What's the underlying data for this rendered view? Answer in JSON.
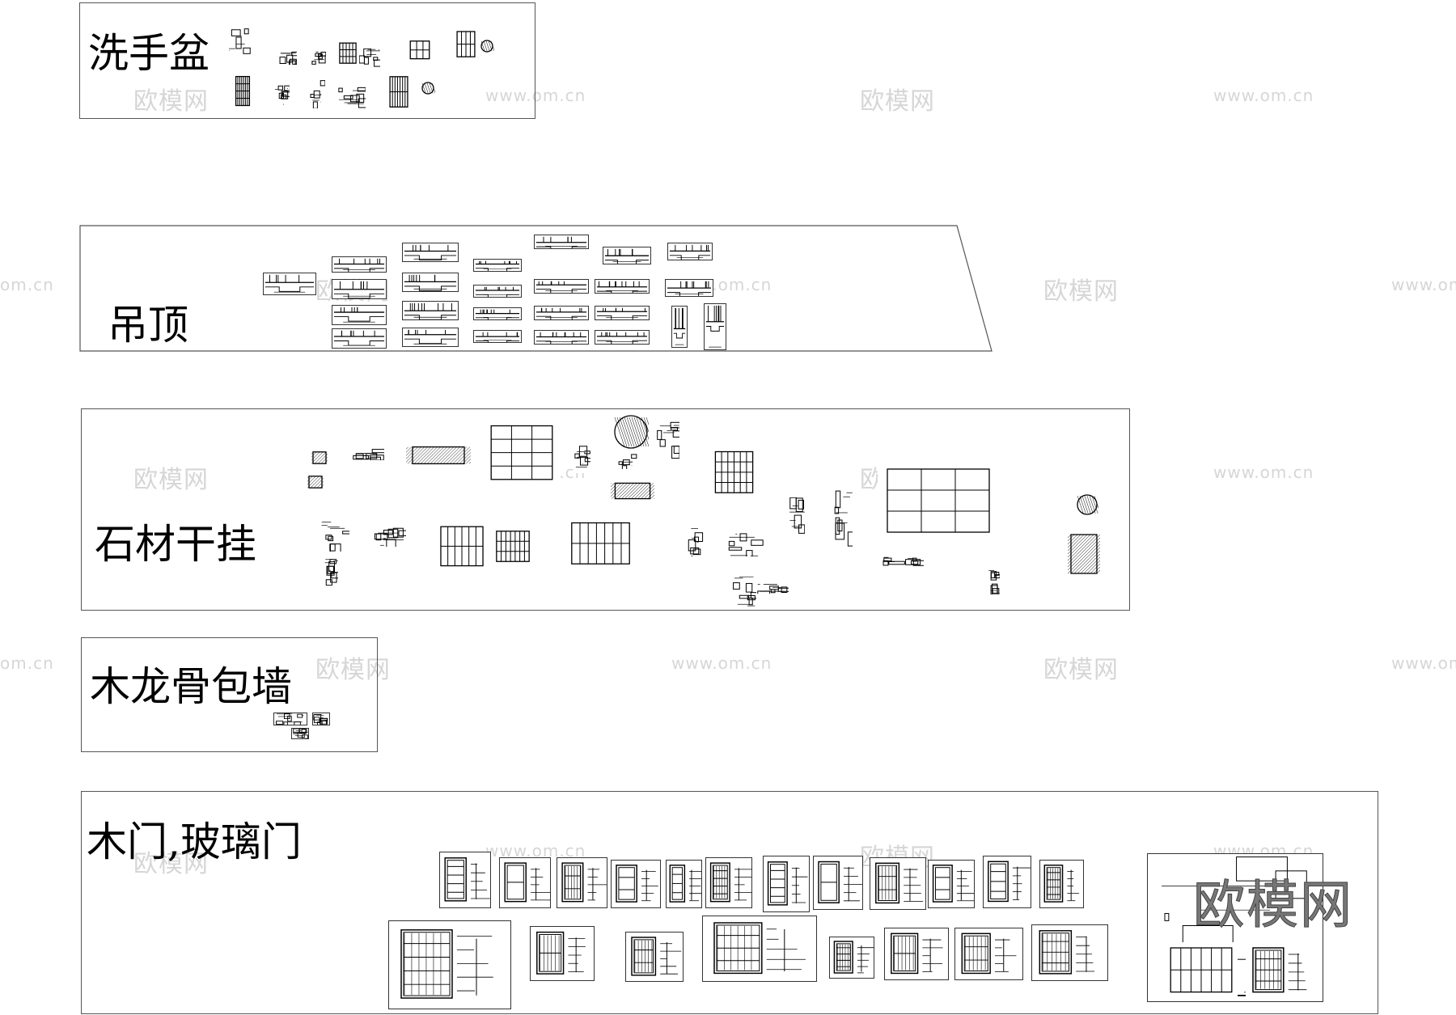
{
  "groups": {
    "basin": {
      "title": "洗手盆"
    },
    "ceiling": {
      "title": "吊顶"
    },
    "stone": {
      "title": "石材干挂"
    },
    "wood": {
      "title": "木龙骨包墙"
    },
    "doors": {
      "title": "木门,玻璃门"
    }
  },
  "watermark": {
    "cn": "欧模网",
    "url": "www.om.cn",
    "url_partial": "om.cn"
  },
  "logo": {
    "text": "欧模网"
  },
  "colors": {
    "line": "#000000",
    "frame": "#555555",
    "watermark": "#d6d6d6"
  }
}
